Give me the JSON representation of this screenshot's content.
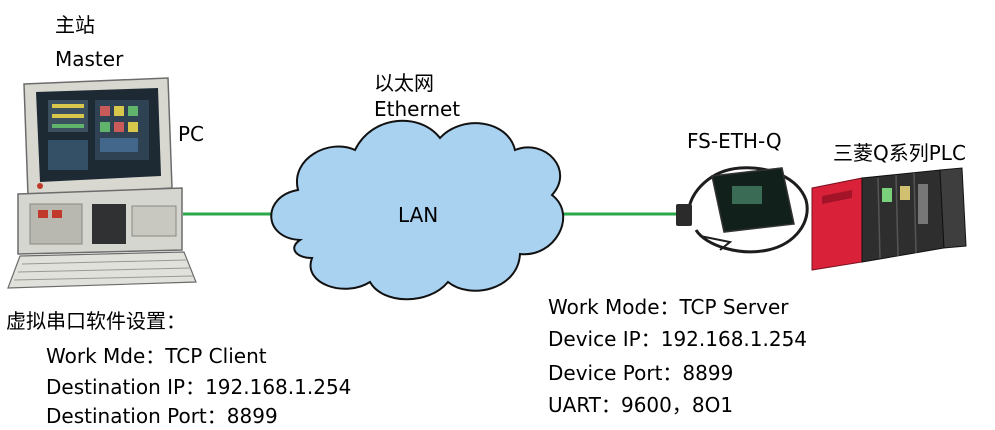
{
  "master": {
    "label_cn": "主站",
    "label_en": "Master",
    "pc_label": "PC"
  },
  "network": {
    "label_cn": "以太网",
    "label_en": "Ethernet",
    "cloud_label": "LAN"
  },
  "device": {
    "label": "FS-ETH-Q"
  },
  "plc": {
    "label": "三菱Q系列PLC"
  },
  "client_settings": {
    "title": "虚拟串口软件设置：",
    "lines": [
      "Work Mde：TCP Client",
      "Destination IP：192.168.1.254",
      "Destination Port：8899"
    ]
  },
  "server_settings": {
    "lines": [
      "Work Mode：TCP Server",
      "Device IP：192.168.1.254",
      "Device Port：8899",
      "UART：9600，8O1"
    ]
  },
  "colors": {
    "link": "#2aa84a",
    "cloud_fill": "#a9d1f0",
    "cloud_stroke": "#111111",
    "plc_red": "#d9213a"
  }
}
